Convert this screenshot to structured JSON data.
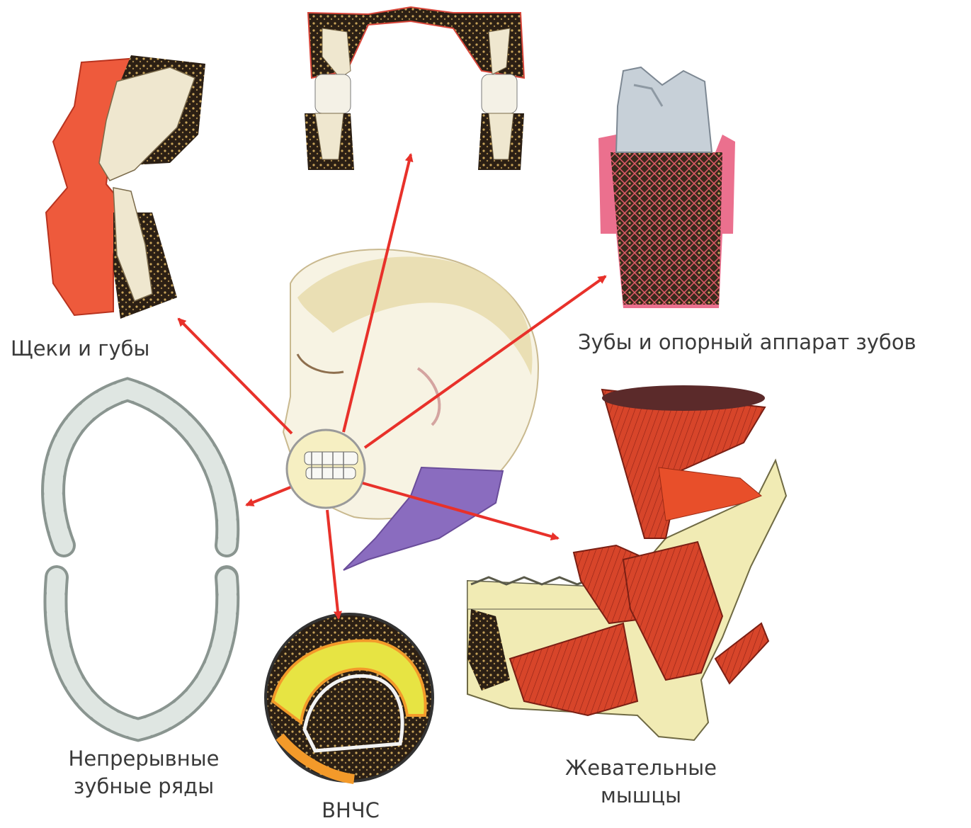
{
  "labels": {
    "cheeks": "Щеки и губы",
    "teeth_support": "Зубы и опорный аппарат зубов",
    "dentition_line1": "Непрерывные",
    "dentition_line2": "зубные ряды",
    "tmj": "ВНЧС",
    "muscles_line1": "Жевательные",
    "muscles_line2": "мышцы"
  },
  "colors": {
    "arrow": "#e8312a",
    "soft_tissue": "#ee5a3c",
    "bone": "#2b1f14",
    "bone_dots": "#c9a55a",
    "tooth": "#f3efd7",
    "enamel": "#b9c3cc",
    "muscle": "#d7452a",
    "collar": "#8a6cbf",
    "mandible": "#f1ebb4"
  }
}
